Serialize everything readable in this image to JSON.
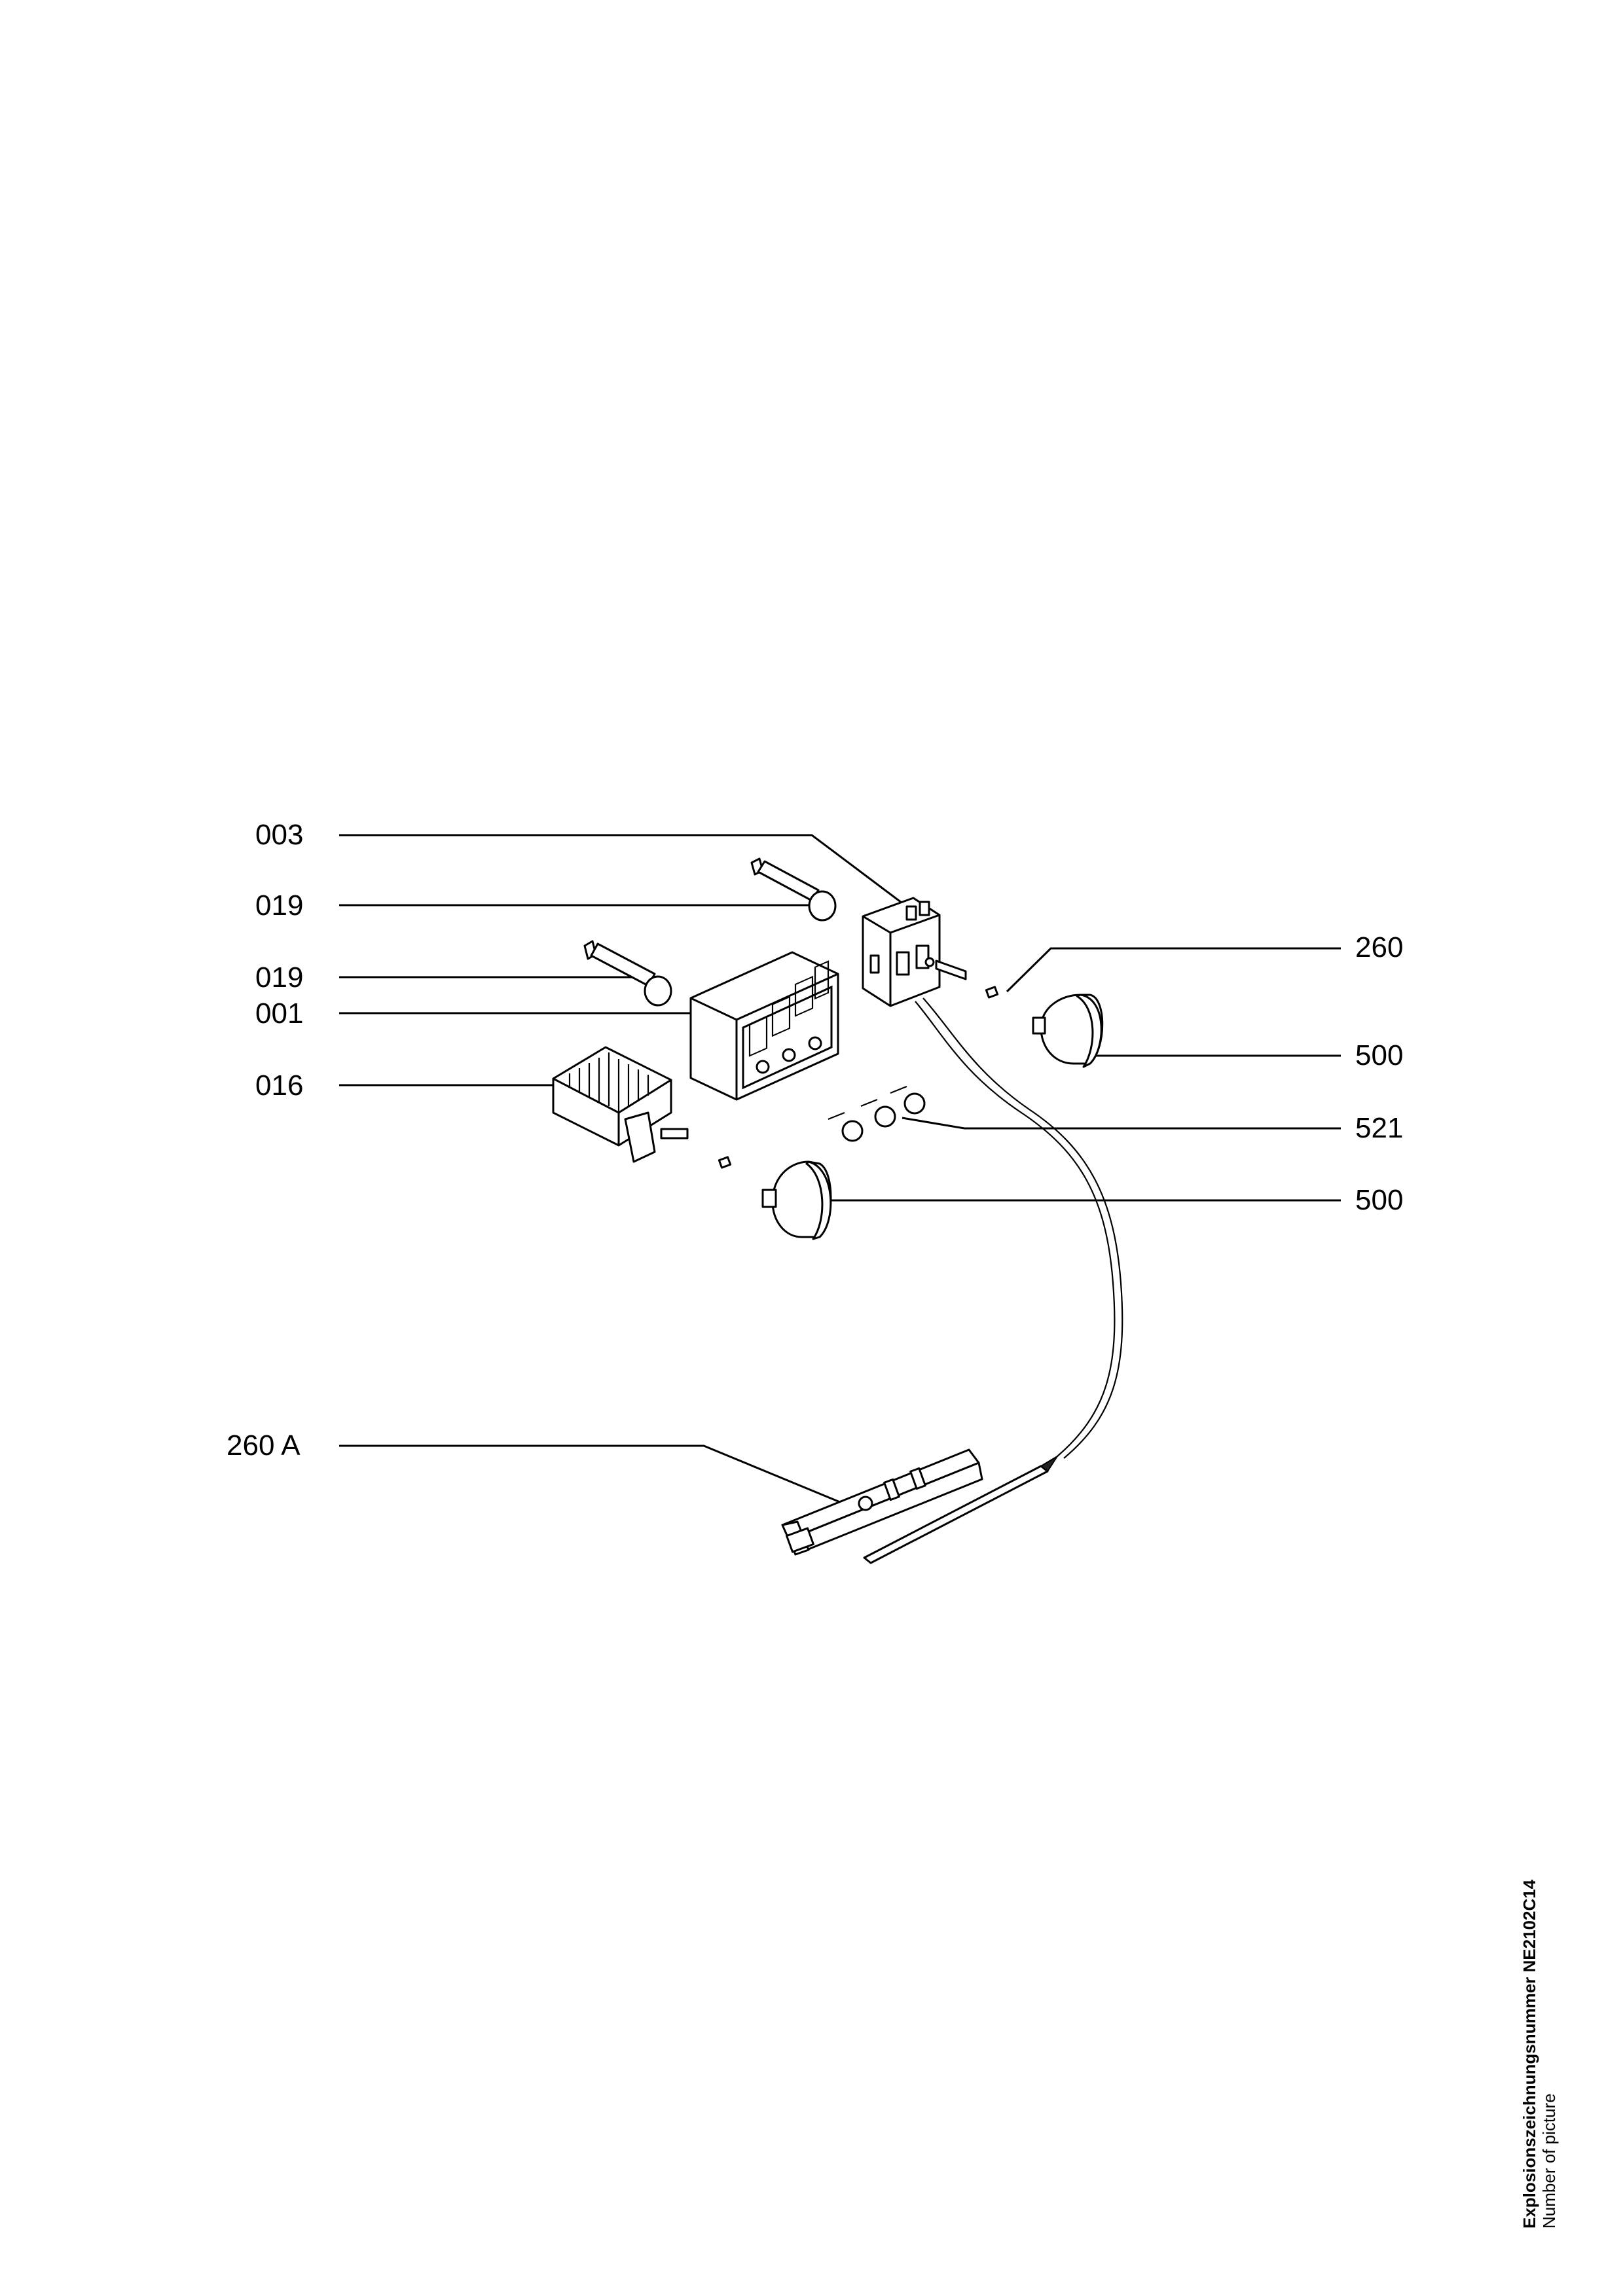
{
  "labels": {
    "l003": "003",
    "l019a": "019",
    "l019b": "019",
    "l001": "001",
    "l016": "016",
    "l260": "260",
    "l500a": "500",
    "l521": "521",
    "l500b": "500",
    "l260A": "260 A"
  },
  "caption": {
    "line1": "Explosionszeichnungsnummer NE2102C14",
    "line2": "Number of picture"
  }
}
